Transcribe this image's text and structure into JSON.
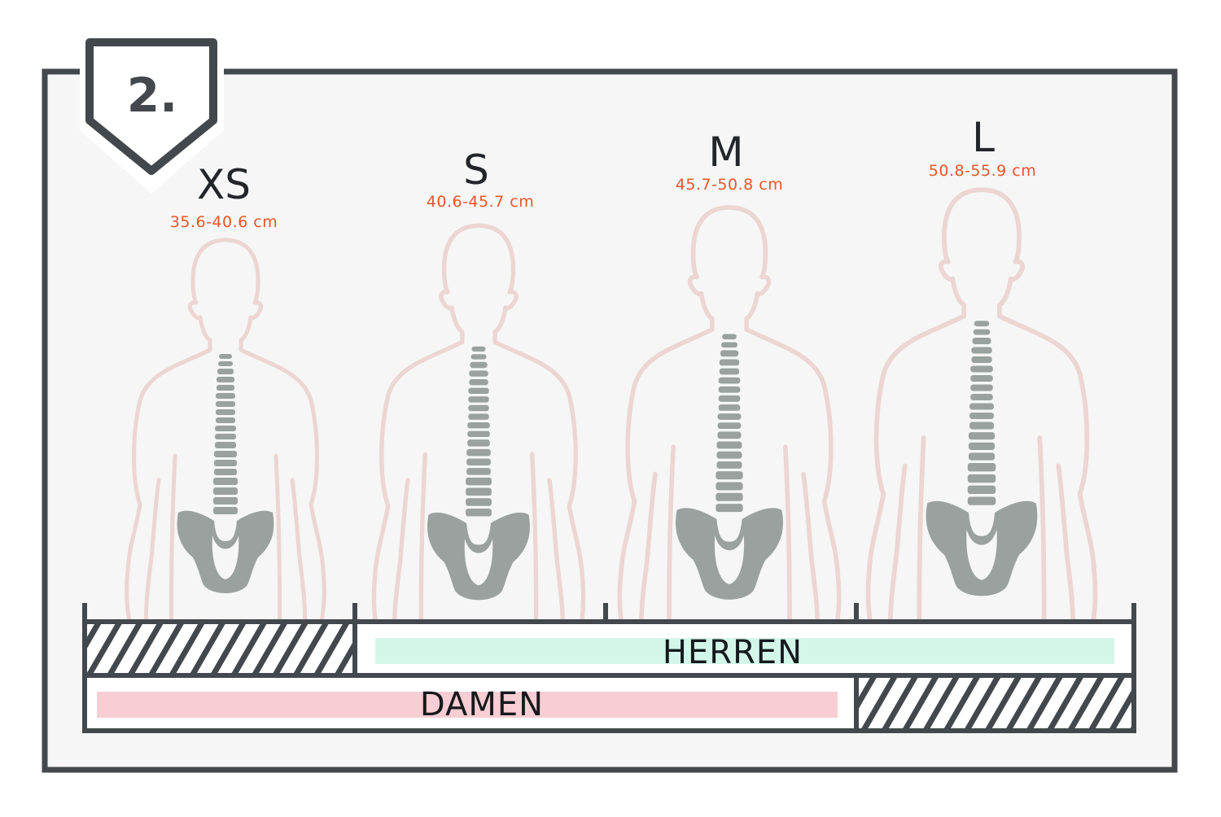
{
  "step_badge": {
    "number": "2."
  },
  "sizes": [
    {
      "letter": "XS",
      "range": "35.6-40.6 cm"
    },
    {
      "letter": "S",
      "range": "40.6-45.7 cm"
    },
    {
      "letter": "M",
      "range": "45.7-50.8 cm"
    },
    {
      "letter": "L",
      "range": "50.8-55.9 cm"
    }
  ],
  "bars": {
    "herren": {
      "label": "HERREN",
      "color": "#d2f7e9"
    },
    "damen": {
      "label": "DAMEN",
      "color": "#f8cdd3"
    }
  },
  "colors": {
    "frame": "#43484d",
    "panel": "#f5f6f5",
    "body_outline": "#ecd5d2",
    "bone": "#9aa19e",
    "range_text": "#e8572a"
  }
}
